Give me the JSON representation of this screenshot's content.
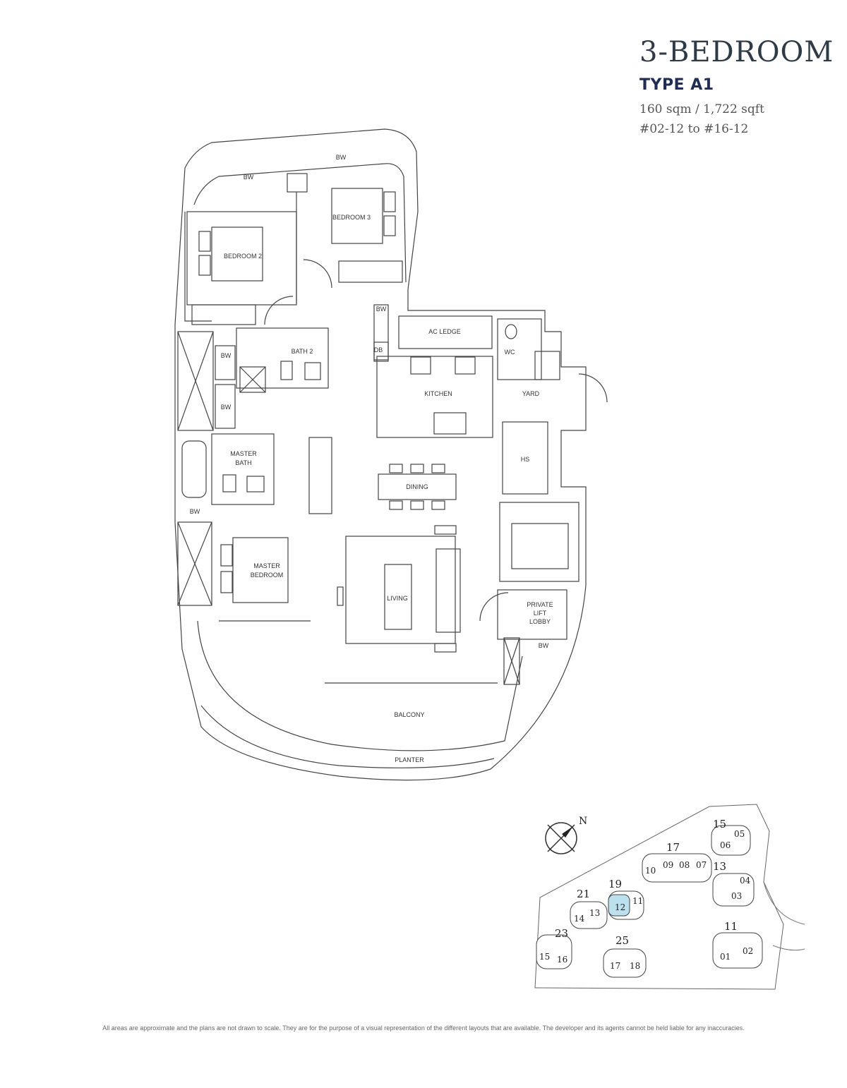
{
  "header": {
    "title": "3-BEDROOM",
    "type": "TYPE A1",
    "area": "160 sqm / 1,722 sqft",
    "units": "#02-12 to #16-12"
  },
  "rooms": {
    "bedroom2": "BEDROOM 2",
    "bedroom3": "BEDROOM 3",
    "bw": "BW",
    "bath2": "BATH 2",
    "ac_ledge": "AC LEDGE",
    "db": "DB",
    "wc": "WC",
    "kitchen": "KITCHEN",
    "yard": "YARD",
    "master_bath_1": "MASTER",
    "master_bath_2": "BATH",
    "dining": "DINING",
    "hs": "HS",
    "master_bedroom_1": "MASTER",
    "master_bedroom_2": "BEDROOM",
    "living": "LIVING",
    "private_lift_1": "PRIVATE",
    "private_lift_2": "LIFT",
    "private_lift_3": "LOBBY",
    "balcony": "BALCONY",
    "planter": "PLANTER"
  },
  "site_plan": {
    "north": "N",
    "blocks": [
      "15",
      "17",
      "19",
      "21",
      "13",
      "11",
      "23",
      "25"
    ],
    "units": [
      "05",
      "06",
      "10",
      "09",
      "08",
      "07",
      "04",
      "03",
      "12",
      "11",
      "14",
      "13",
      "01",
      "02",
      "15",
      "16",
      "17",
      "18"
    ],
    "highlight": "12",
    "highlight_color": "#bde0ee"
  },
  "disclaimer": "All areas are approximate and the plans are not drawn to scale. They are for the purpose of a visual representation of the different layouts that are available. The developer and its agents cannot be held liable for any inaccuracies."
}
